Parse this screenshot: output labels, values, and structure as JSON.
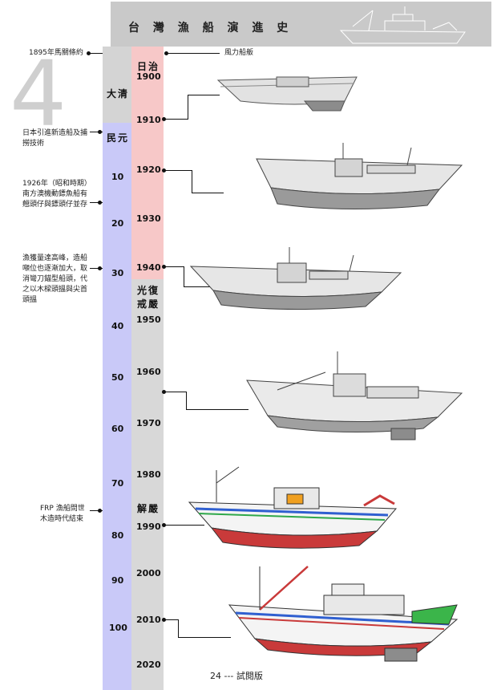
{
  "header": {
    "title": "台 灣 漁 船 演 進 史"
  },
  "chapter_number": "4",
  "eras": {
    "qing": "大清",
    "minguo": "民元",
    "japan": "日治",
    "guangfu": "光復",
    "jieyan": "戒嚴",
    "jieyan_lift": "解嚴"
  },
  "minguo_years": [
    "10",
    "20",
    "30",
    "40",
    "50",
    "60",
    "70",
    "80",
    "90",
    "100"
  ],
  "western_years": [
    "1900",
    "1910",
    "1920",
    "1930",
    "1940",
    "1950",
    "1960",
    "1970",
    "1980",
    "1990",
    "2000",
    "2010",
    "2020"
  ],
  "notes": {
    "treaty": "1895年馬關條約",
    "wind_boat": "風力船舨",
    "japan_tech": "日本引進新造船及捕撈技術",
    "y1926": "1926年（昭和時期）南方澳機動鏢魚船有翹頭仔與鏢頭仔並存",
    "peak": "漁獲量達高峰，造船噸位也逐漸加大，取消彎刀錨型船頭，代之以木樑頭搵與尖首頭搵",
    "frp": "FRP 漁船問世木造時代結束"
  },
  "footer": {
    "page": "24 --- 試閱版"
  },
  "colors": {
    "qing_band": "#d4d4d4",
    "minguo_band": "#c9c9f8",
    "japan_band": "#f7c8c8",
    "postwar_band": "#d8d8d8",
    "hull_red": "#c93a3a",
    "stripe_blue": "#2f5fd0",
    "stripe_green": "#2fa84a",
    "bow_green": "#3bb54a",
    "hull_gray": "#9a9a9a"
  },
  "icons": [
    "boat-1900-icon",
    "boat-1920-icon",
    "boat-1940-icon",
    "boat-1960-icon",
    "boat-1990-icon",
    "boat-2010-icon",
    "header-boat-icon"
  ]
}
